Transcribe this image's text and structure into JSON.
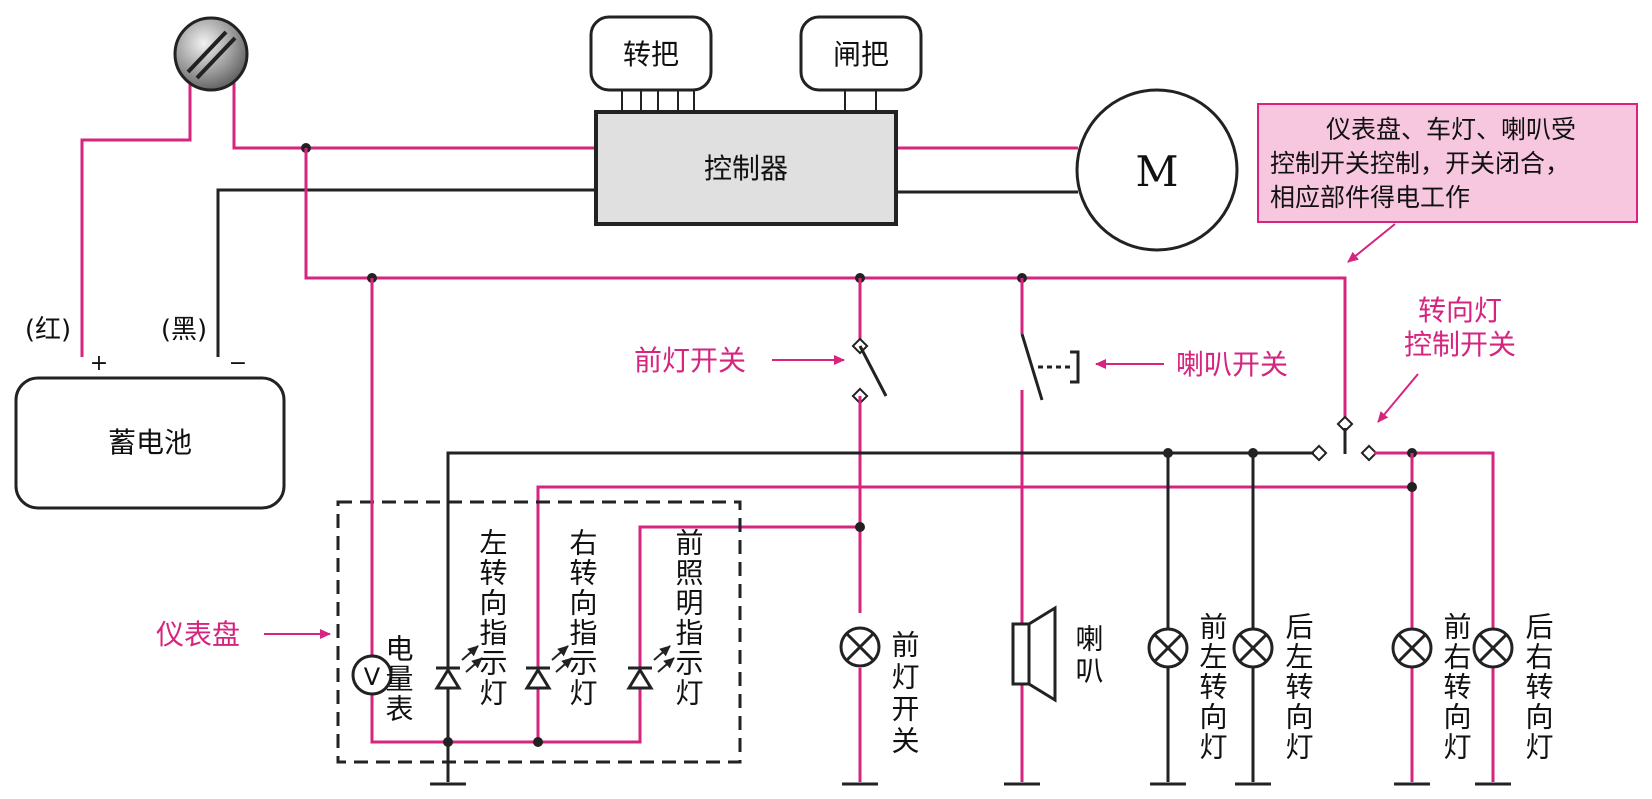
{
  "components": {
    "battery": "蓄电池",
    "controller": "控制器",
    "throttle": "转把",
    "brake": "闸把",
    "motor": "M",
    "red_label": "(红)",
    "black_label": "(黑)",
    "plus": "+",
    "minus": "−"
  },
  "labels": {
    "headlight_switch": "前灯开关",
    "horn_switch": "喇叭开关",
    "turn_switch": [
      "转向灯",
      "控制开关"
    ],
    "dashboard": "仪表盘",
    "voltmeter_symbol": "V",
    "voltmeter": "电量表",
    "left_indicator": "左转向指示灯",
    "right_indicator": "右转向指示灯",
    "front_indicator": "前照明指示灯",
    "headlamp": "前灯开关",
    "horn": "喇叭",
    "front_left": "前左转向灯",
    "rear_left": "后左转向灯",
    "front_right": "前右转向灯",
    "rear_right": "后右转向灯"
  },
  "note": {
    "lines": [
      "仪表盘、车灯、喇叭受",
      "控制开关控制，开关闭合，",
      "相应部件得电工作"
    ]
  },
  "colors": {
    "wire_pink": "#d6247f",
    "wire_black": "#222222",
    "note_fill": "#f7c6df",
    "controller_fill": "#e0e0e0"
  }
}
